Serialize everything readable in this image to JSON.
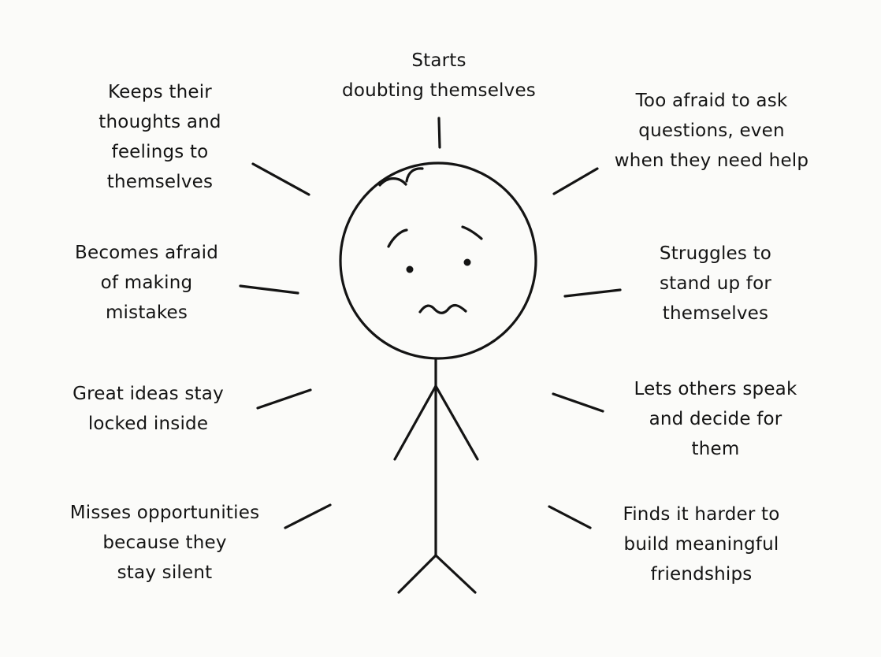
{
  "labels": {
    "top": [
      "Starts",
      "doubting themselves"
    ],
    "left_1": [
      "Keeps their",
      "thoughts and",
      "feelings to",
      "themselves"
    ],
    "left_2": [
      "Becomes afraid",
      "of making",
      "mistakes"
    ],
    "left_3": [
      "Great ideas stay",
      "locked inside"
    ],
    "left_4": [
      "Misses opportunities",
      "because they",
      "stay silent"
    ],
    "right_1": [
      "Too afraid to ask",
      "questions, even",
      "when they need help"
    ],
    "right_2": [
      "Struggles to",
      "stand up for",
      "themselves"
    ],
    "right_3": [
      "Lets others speak",
      "and decide for",
      "them"
    ],
    "right_4": [
      "Finds it harder to",
      "build meaningful",
      "friendships"
    ]
  },
  "colors": {
    "ink": "#141414",
    "paper": "#fbfbf9"
  }
}
